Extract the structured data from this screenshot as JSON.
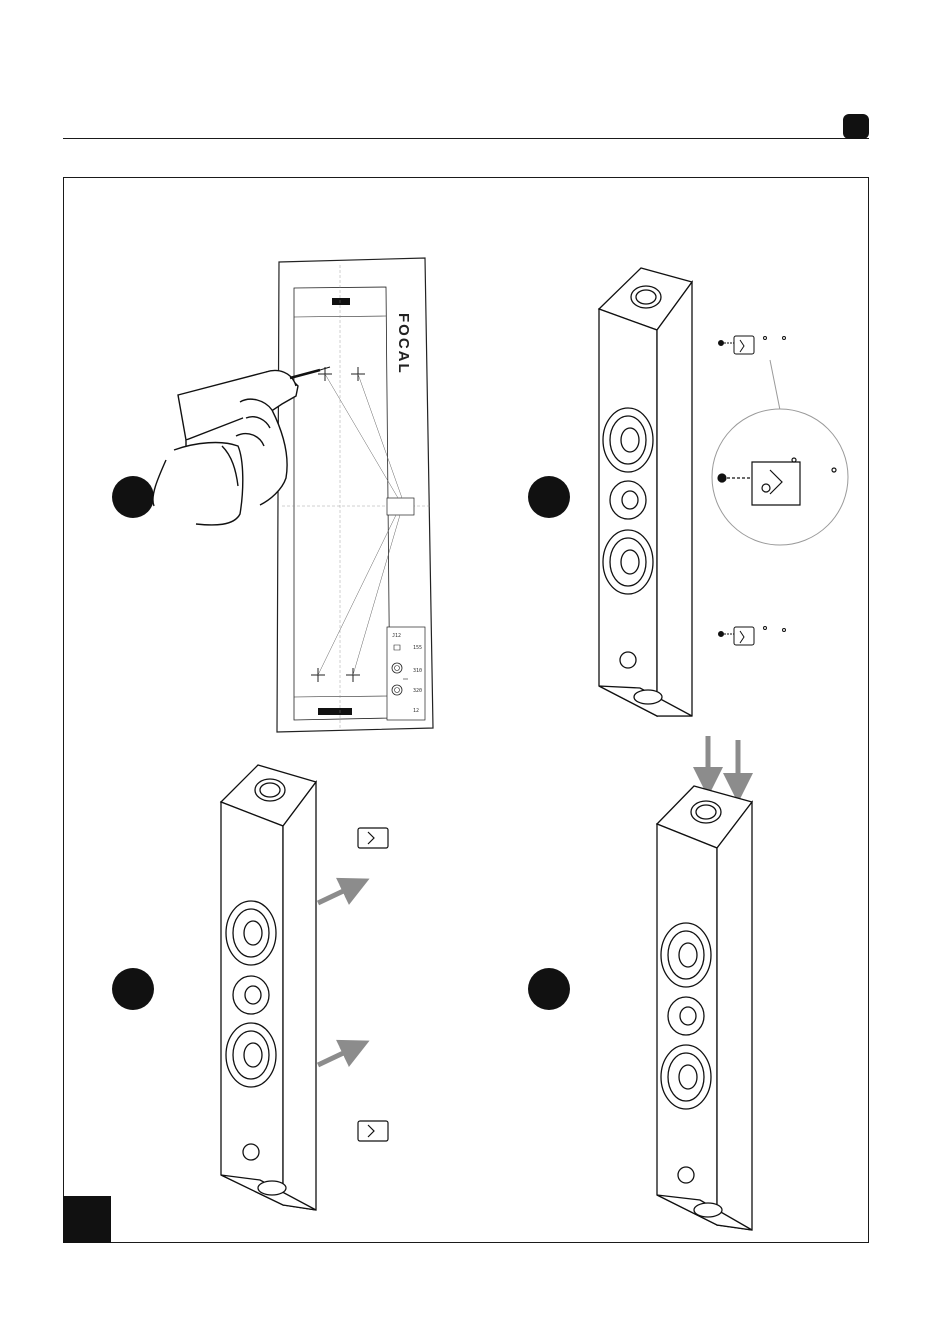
{
  "page": {
    "title": "",
    "page_number": "",
    "section_badge": ""
  },
  "template": {
    "brand": "FOCAL",
    "label_top": "J12",
    "dim_a": "155",
    "dim_b": "310",
    "dim_c": "320",
    "dim_d": "12"
  },
  "steps": [
    {
      "id": "step-1",
      "label": ""
    },
    {
      "id": "step-2",
      "label": ""
    },
    {
      "id": "step-3",
      "label": ""
    },
    {
      "id": "step-4",
      "label": ""
    }
  ],
  "colors": {
    "ink": "#111111",
    "arrow": "#8c8c8c",
    "detail_circle": "#9a9a9a"
  }
}
